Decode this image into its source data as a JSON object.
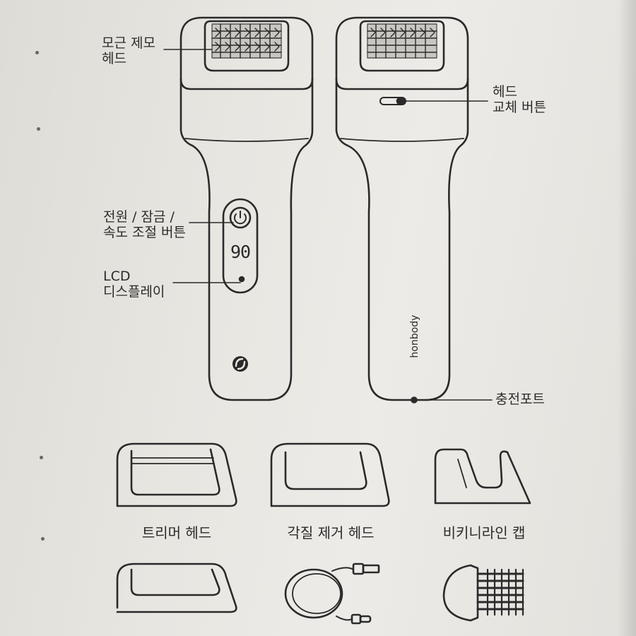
{
  "device_labels": {
    "head_label": [
      "모근 제모",
      "헤드"
    ],
    "head_release_button": [
      "헤드",
      "교체 버튼"
    ],
    "power_button": [
      "전원 / 잠금 /",
      "속도 조절 버튼"
    ],
    "lcd_display": [
      "LCD",
      "디스플레이"
    ],
    "charging_port": "충전포트"
  },
  "display": {
    "speed_readout": "90",
    "brand": "honbody"
  },
  "accessories": {
    "trimmer_head": "트리머 헤드",
    "callus_head": "각질 제거 헤드",
    "bikini_cap": "비키니라인 캡"
  },
  "icons": [
    "power-icon",
    "brand-logo-icon",
    "usb-cable-icon",
    "brush-icon"
  ]
}
